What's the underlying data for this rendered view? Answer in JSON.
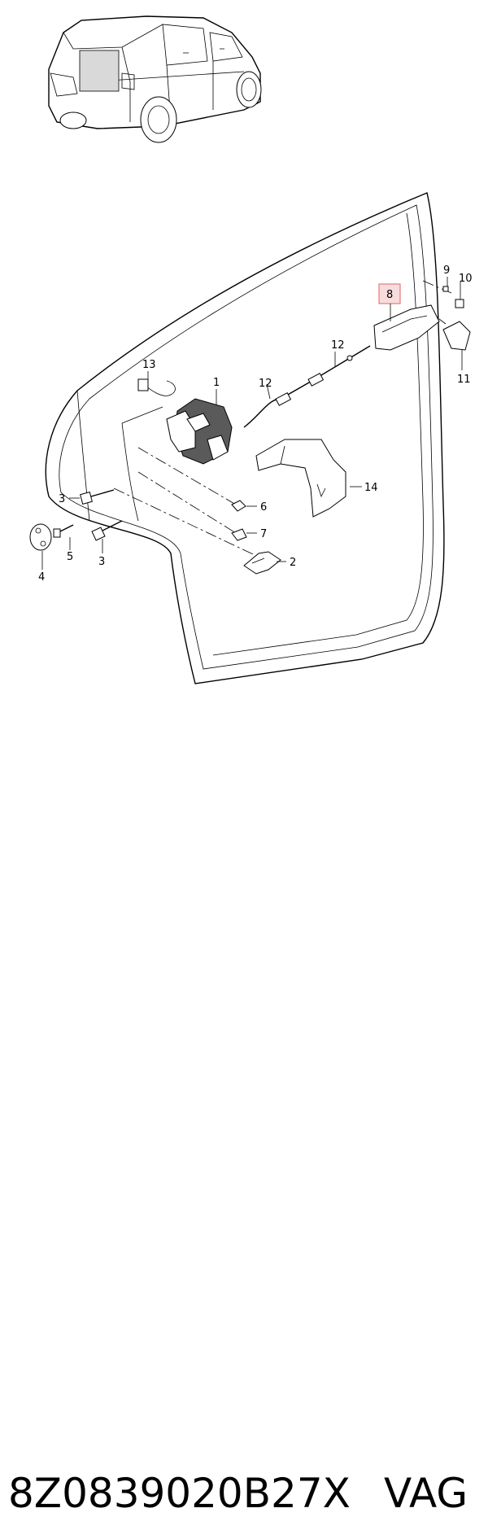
{
  "callouts": {
    "c1": "1",
    "c2": "2",
    "c3a": "3",
    "c3b": "3",
    "c4": "4",
    "c5": "5",
    "c6": "6",
    "c7": "7",
    "c8": "8",
    "c9": "9",
    "c10": "10",
    "c11": "11",
    "c12a": "12",
    "c12b": "12",
    "c13": "13",
    "c14": "14"
  },
  "highlight_color": "#e07b7b",
  "caption": {
    "part_number": "8Z0839020B27X",
    "brand": "VAG"
  }
}
